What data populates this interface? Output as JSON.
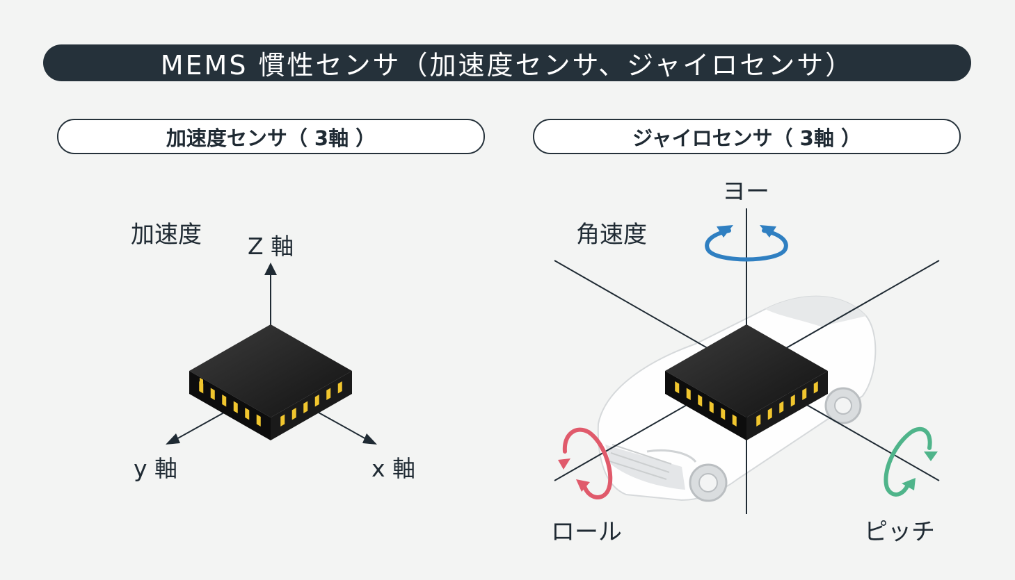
{
  "header": {
    "title": "MEMS 慣性センサ（加速度センサ、ジャイロセンサ）"
  },
  "left_panel": {
    "title": "加速度センサ（ 3軸 ）",
    "quantity_label": "加速度",
    "axes": {
      "z": "Z 軸",
      "y": "y 軸",
      "x": "x 軸"
    }
  },
  "right_panel": {
    "title": "ジャイロセンサ（ 3軸 ）",
    "quantity_label": "角速度",
    "rotations": {
      "yaw": "ヨー",
      "roll": "ロール",
      "pitch": "ピッチ"
    }
  },
  "colors": {
    "banner": "#25313a",
    "yaw": "#2f7fc1",
    "roll": "#e05a6b",
    "pitch": "#4fb48a",
    "chip_top": "#2a2a2a",
    "chip_pins": "#f1c62e"
  }
}
